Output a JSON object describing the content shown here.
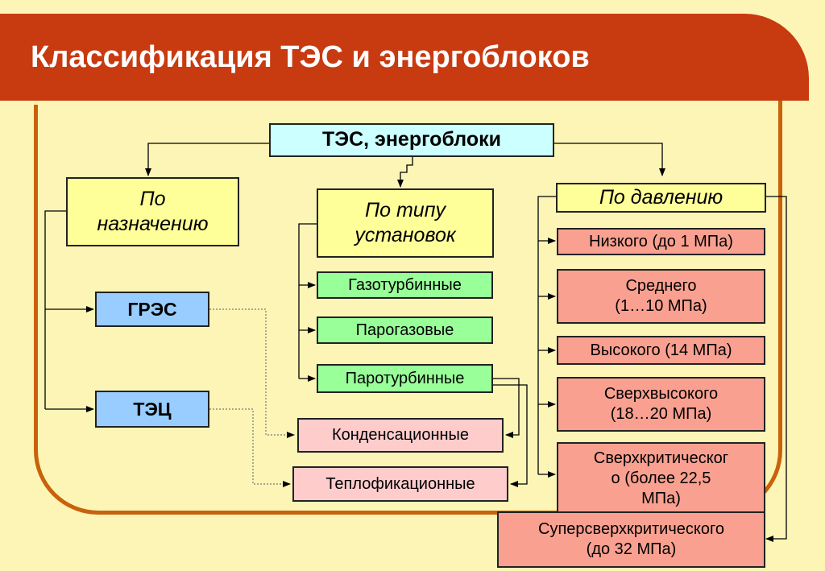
{
  "title": "Классификация ТЭС и энергоблоков",
  "root": "ТЭС, энергоблоки",
  "purpose": {
    "header": [
      "По",
      "назначению"
    ],
    "items": [
      "ГРЭС",
      "ТЭЦ"
    ]
  },
  "plant_type": {
    "header": [
      "По типу",
      "установок"
    ],
    "items": [
      "Газотурбинные",
      "Парогазовые",
      "Паротурбинные"
    ],
    "sub_items": [
      "Конденсационные",
      "Теплофикационные"
    ]
  },
  "pressure": {
    "header": "По давлению",
    "items": [
      [
        "Низкого (до 1 МПа)"
      ],
      [
        "Среднего",
        "(1…10 МПа)"
      ],
      [
        "Высокого (14 МПа)"
      ],
      [
        "Сверхвысокого",
        "(18…20 МПа)"
      ],
      [
        "Сверхкритическог",
        "о (более 22,5",
        "МПа)"
      ],
      [
        "Суперсверхкритического",
        "(до 32 МПа)"
      ]
    ]
  },
  "colors": {
    "banner": "#c83a10",
    "frame": "#c8620c",
    "background": "#fdf5b6"
  }
}
